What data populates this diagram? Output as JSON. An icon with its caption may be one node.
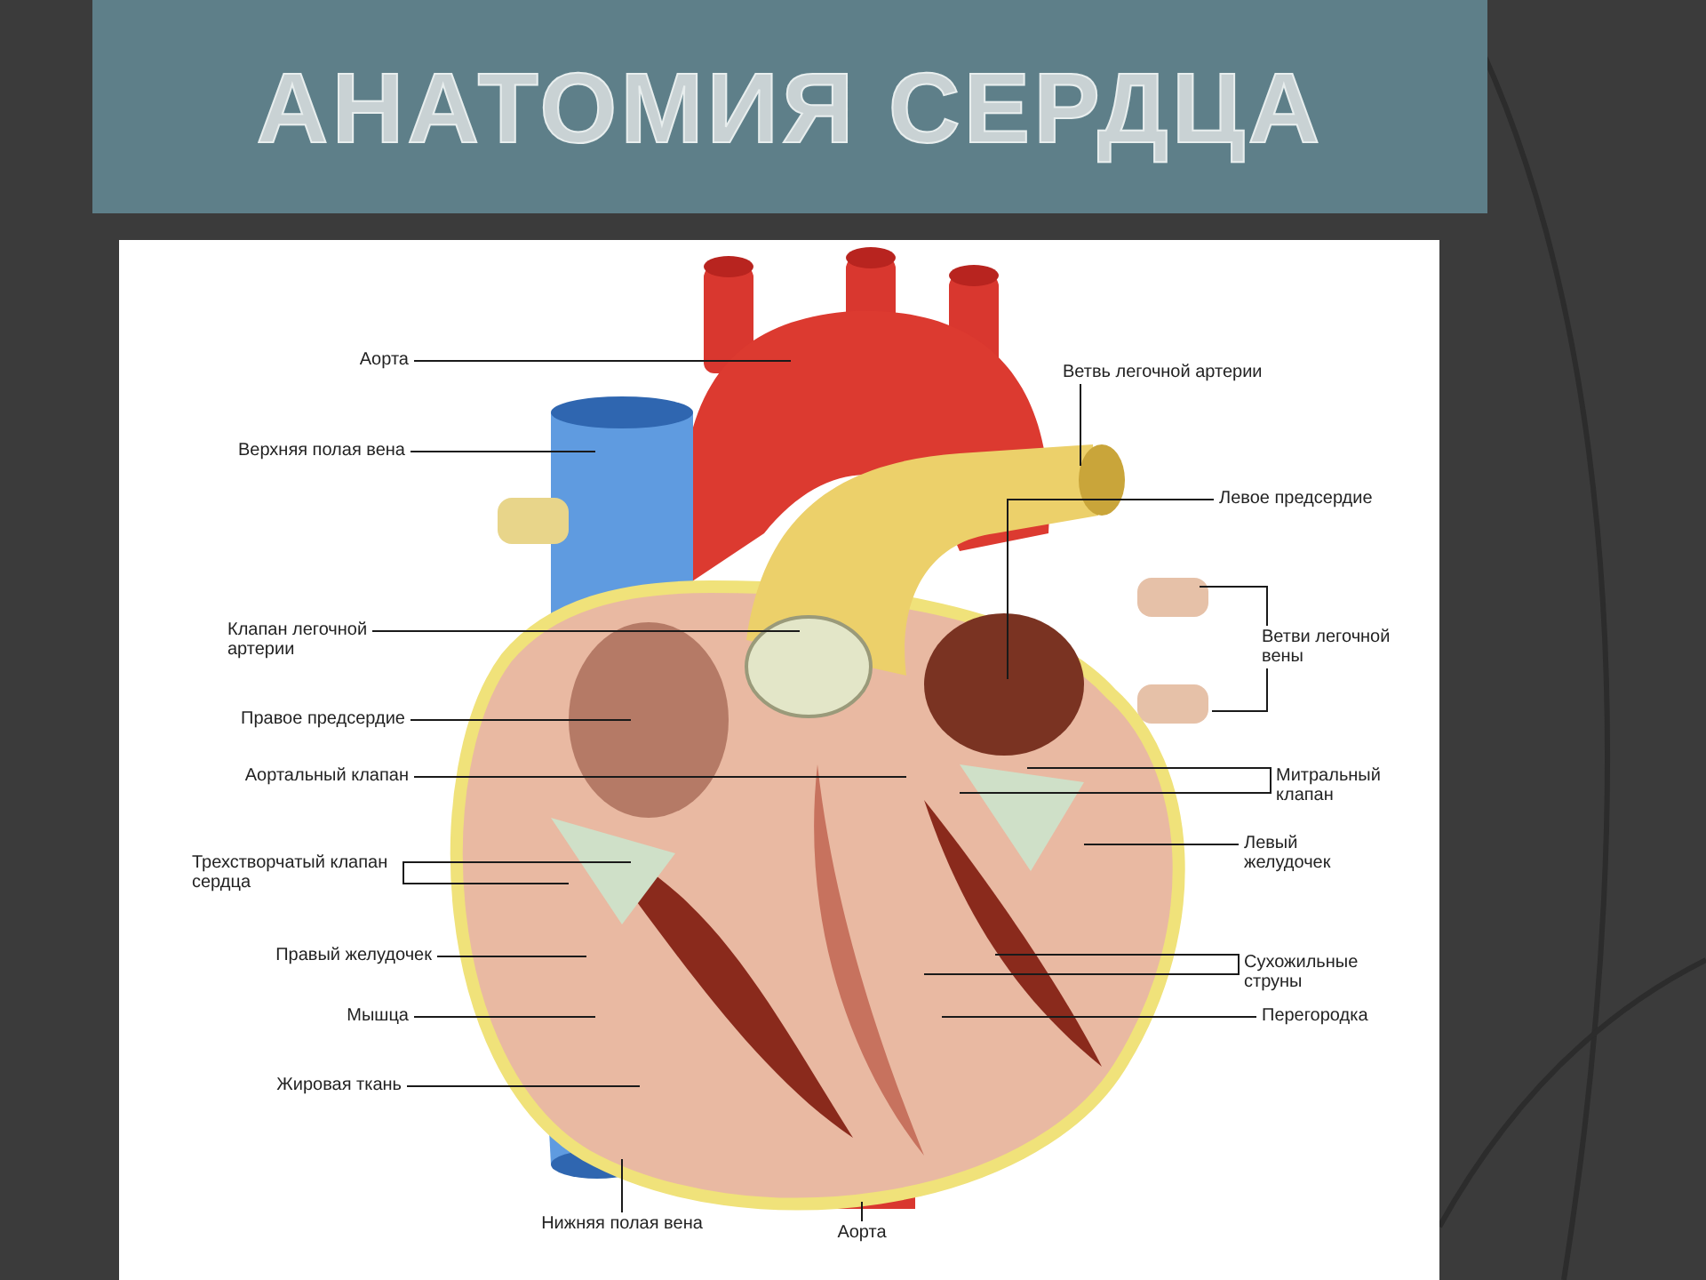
{
  "diagram": {
    "title": "АНАТОМИЯ СЕРДЦА",
    "nodes": [
      {
        "text": [
          "Аорта"
        ]
      },
      {
        "text": [
          "Верхняя полая вена"
        ]
      },
      {
        "text": [
          "Клапан легочной артерии"
        ]
      },
      {
        "text": [
          "Правое предсердие"
        ]
      },
      {
        "text": [
          "Аортальный клапан"
        ]
      },
      {
        "text": [
          "Трехстворчатый клапан сердца"
        ]
      },
      {
        "text": [
          "Правый желудочек"
        ]
      },
      {
        "text": [
          "Мышца"
        ]
      },
      {
        "text": [
          "Жировая ткань"
        ]
      },
      {
        "text": [
          "Нижняя полая вена"
        ]
      },
      {
        "text": [
          "Аорта"
        ]
      },
      {
        "text": [
          "Ветвь легочной артерии"
        ]
      },
      {
        "text": [
          "Левое предсердие"
        ]
      },
      {
        "text": [
          "Ветви легочной вены"
        ]
      },
      {
        "text": [
          "Митральный клапан"
        ]
      },
      {
        "text": [
          "Левый желудочек"
        ]
      },
      {
        "text": [
          "Сухожильные струны"
        ]
      },
      {
        "text": [
          "Перегородка"
        ]
      }
    ],
    "edges": [
      {
        "from": 0,
        "to": null,
        "arrow": "none"
      },
      {
        "from": 1,
        "to": null,
        "arrow": "none"
      },
      {
        "from": 2,
        "to": null,
        "arrow": "none"
      },
      {
        "from": 3,
        "to": null,
        "arrow": "none"
      },
      {
        "from": 4,
        "to": null,
        "arrow": "none"
      },
      {
        "from": 5,
        "to": null,
        "arrow": "none"
      },
      {
        "from": 5,
        "to": null,
        "arrow": "none"
      },
      {
        "from": 6,
        "to": null,
        "arrow": "none"
      },
      {
        "from": 7,
        "to": null,
        "arrow": "none"
      },
      {
        "from": 8,
        "to": null,
        "arrow": "none"
      },
      {
        "from": 9,
        "to": null,
        "arrow": "none"
      },
      {
        "from": 10,
        "to": null,
        "arrow": "none"
      },
      {
        "from": 11,
        "to": null,
        "arrow": "none"
      },
      {
        "from": 12,
        "to": null,
        "arrow": "none"
      },
      {
        "from": 13,
        "to": null,
        "arrow": "none"
      },
      {
        "from": 13,
        "to": null,
        "arrow": "none"
      },
      {
        "from": 14,
        "to": null,
        "arrow": "none"
      },
      {
        "from": 14,
        "to": null,
        "arrow": "none"
      },
      {
        "from": 15,
        "to": null,
        "arrow": "none"
      },
      {
        "from": 16,
        "to": null,
        "arrow": "none"
      },
      {
        "from": 16,
        "to": null,
        "arrow": "none"
      },
      {
        "from": 17,
        "to": null,
        "arrow": "none"
      }
    ]
  }
}
